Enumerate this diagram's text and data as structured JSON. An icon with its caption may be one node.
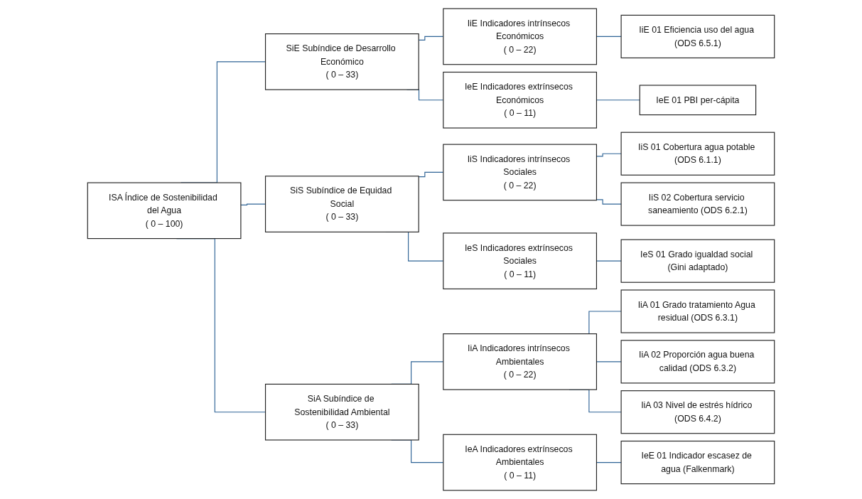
{
  "diagram": {
    "nodes": [
      {
        "text": [
          "ISA Índice de Sostenibilidad del Agua",
          "( 0 – 100)"
        ]
      },
      {
        "text": [
          "SiE Subíndice de Desarrollo Económico",
          "( 0 – 33)"
        ]
      },
      {
        "text": [
          "SiS Subíndice de Equidad Social",
          "( 0 – 33)"
        ]
      },
      {
        "text": [
          "SiA Subíndice de Sostenibilidad Ambiental",
          "( 0 – 33)"
        ]
      },
      {
        "text": [
          "IiE Indicadores intrínsecos Económicos",
          "( 0 – 22)"
        ]
      },
      {
        "text": [
          "IeE Indicadores extrínsecos Económicos",
          "( 0 – 11)"
        ]
      },
      {
        "text": [
          "IiS Indicadores intrínsecos Sociales",
          "( 0 – 22)"
        ]
      },
      {
        "text": [
          "IeS Indicadores extrínsecos Sociales",
          "( 0 – 11)"
        ]
      },
      {
        "text": [
          "IiA Indicadores intrínsecos Ambientales",
          "( 0 – 22)"
        ]
      },
      {
        "text": [
          "IeA Indicadores extrínsecos Ambientales",
          "( 0 – 11)"
        ]
      },
      {
        "text": [
          "IiE 01 Eficiencia uso del agua (ODS 6.5.1)"
        ]
      },
      {
        "text": [
          "IeE 01 PBI per-cápita"
        ]
      },
      {
        "text": [
          "IiS 01 Cobertura agua potable (ODS 6.1.1)"
        ]
      },
      {
        "text": [
          "IiS 02 Cobertura servicio saneamiento (ODS 6.2.1)"
        ]
      },
      {
        "text": [
          "IeS 01 Grado igualdad social (Gini adaptado)"
        ]
      },
      {
        "text": [
          "IiA 01 Grado tratamiento Agua residual (ODS 6.3.1)"
        ]
      },
      {
        "text": [
          "IiA 02 Proporción agua buena calidad (ODS 6.3.2)"
        ]
      },
      {
        "text": [
          "IiA 03 Nivel de estrés hídrico (ODS 6.4.2)"
        ]
      },
      {
        "text": [
          "IeE 01 Indicador escasez de agua (Falkenmark)"
        ]
      }
    ],
    "edges": [
      {
        "from": 0,
        "to": 1,
        "arrow": "none"
      },
      {
        "from": 0,
        "to": 2,
        "arrow": "none"
      },
      {
        "from": 0,
        "to": 3,
        "arrow": "none"
      },
      {
        "from": 1,
        "to": 4,
        "arrow": "none"
      },
      {
        "from": 1,
        "to": 5,
        "arrow": "none"
      },
      {
        "from": 2,
        "to": 6,
        "arrow": "none"
      },
      {
        "from": 2,
        "to": 7,
        "arrow": "none"
      },
      {
        "from": 3,
        "to": 8,
        "arrow": "none"
      },
      {
        "from": 3,
        "to": 9,
        "arrow": "none"
      },
      {
        "from": 4,
        "to": 10,
        "arrow": "none"
      },
      {
        "from": 5,
        "to": 11,
        "arrow": "none"
      },
      {
        "from": 6,
        "to": 12,
        "arrow": "none"
      },
      {
        "from": 6,
        "to": 13,
        "arrow": "none"
      },
      {
        "from": 7,
        "to": 14,
        "arrow": "none"
      },
      {
        "from": 8,
        "to": 15,
        "arrow": "none"
      },
      {
        "from": 8,
        "to": 16,
        "arrow": "none"
      },
      {
        "from": 8,
        "to": 17,
        "arrow": "none"
      },
      {
        "from": 9,
        "to": 18,
        "arrow": "none"
      }
    ]
  }
}
